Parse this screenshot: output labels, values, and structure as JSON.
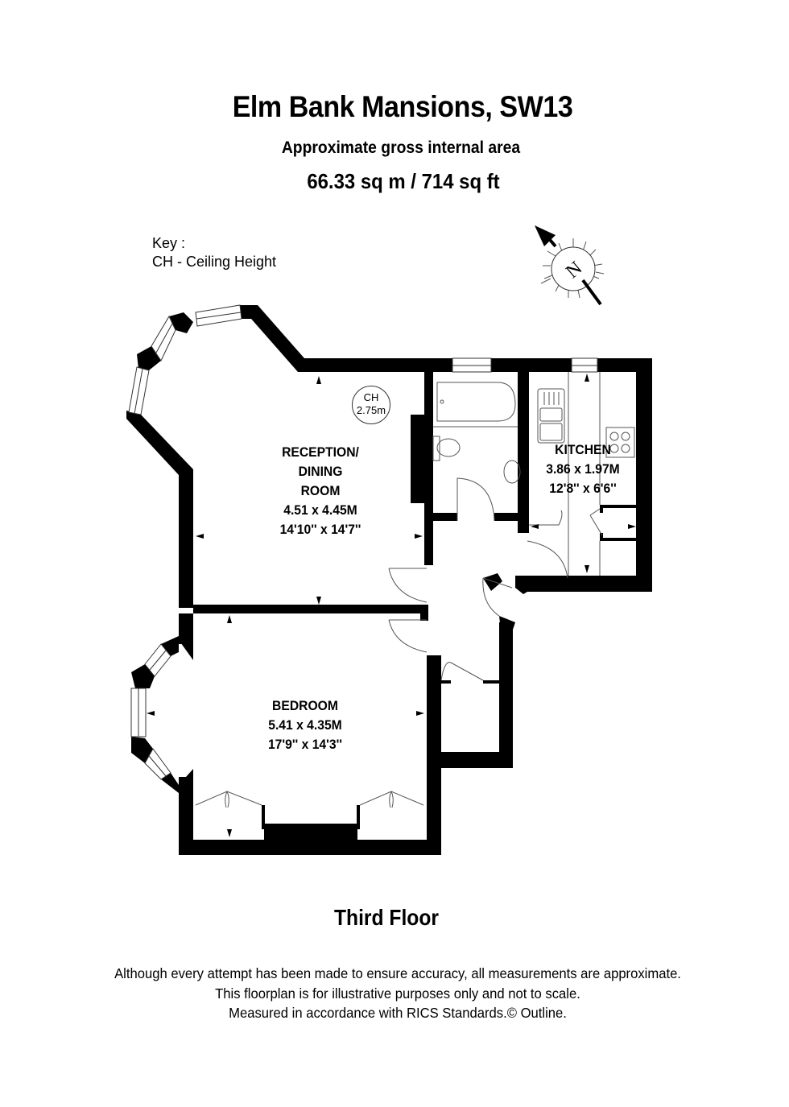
{
  "header": {
    "title": "Elm Bank Mansions, SW13",
    "subtitle": "Approximate gross internal area",
    "area": "66.33 sq m /  714 sq ft"
  },
  "key": {
    "heading": "Key :",
    "items": [
      "CH - Ceiling Height"
    ]
  },
  "compass": {
    "label": "N",
    "icon": "north-arrow-icon"
  },
  "ceiling_height": {
    "code": "CH",
    "value": "2.75m"
  },
  "rooms": [
    {
      "name_lines": [
        "RECEPTION/",
        "DINING",
        "ROOM"
      ],
      "metric": "4.51 x 4.45M",
      "imperial": "14'10'' x 14'7''"
    },
    {
      "name_lines": [
        "KITCHEN"
      ],
      "metric": "3.86 x 1.97M",
      "imperial": "12'8'' x 6'6''"
    },
    {
      "name_lines": [
        "BEDROOM"
      ],
      "metric": "5.41 x 4.35M",
      "imperial": "17'9'' x 14'3''"
    }
  ],
  "floor_label": "Third Floor",
  "disclaimer": [
    "Although every attempt has been made to ensure accuracy, all measurements are approximate.",
    "This floorplan is for illustrative purposes only and not to scale.",
    "Measured in accordance with RICS Standards.© Outline."
  ],
  "colors": {
    "wall": "#000000",
    "background": "#ffffff",
    "fixture_line": "#555555"
  }
}
